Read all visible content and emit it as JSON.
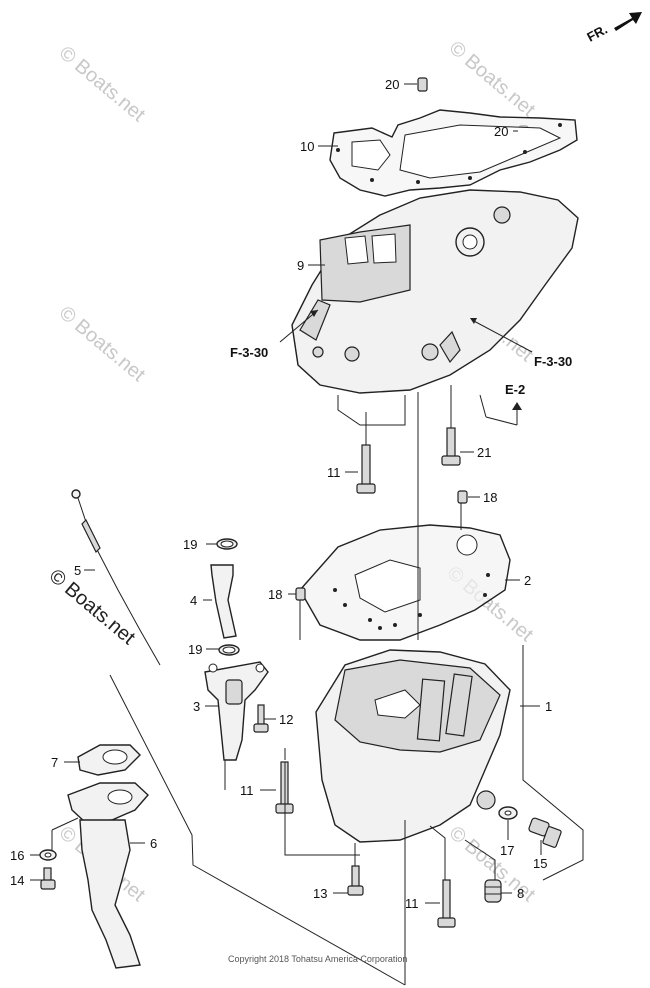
{
  "direction_label": "FR.",
  "watermark": "© Boats.net",
  "copyright": "Copyright 2018 Tohatsu America Corporation",
  "references": [
    {
      "id": "ref-f330-left",
      "text": "F-3-30"
    },
    {
      "id": "ref-f330-right",
      "text": "F-3-30"
    },
    {
      "id": "ref-e2",
      "text": "E-2"
    }
  ],
  "callouts": [
    {
      "id": "c20a",
      "text": "20"
    },
    {
      "id": "c20b",
      "text": "20"
    },
    {
      "id": "c10",
      "text": "10"
    },
    {
      "id": "c9",
      "text": "9"
    },
    {
      "id": "c11a",
      "text": "11"
    },
    {
      "id": "c21",
      "text": "21"
    },
    {
      "id": "c18a",
      "text": "18"
    },
    {
      "id": "c19a",
      "text": "19"
    },
    {
      "id": "c5",
      "text": "5"
    },
    {
      "id": "c2",
      "text": "2"
    },
    {
      "id": "c4",
      "text": "4"
    },
    {
      "id": "c18b",
      "text": "18"
    },
    {
      "id": "c19b",
      "text": "19"
    },
    {
      "id": "c1",
      "text": "1"
    },
    {
      "id": "c3",
      "text": "3"
    },
    {
      "id": "c12",
      "text": "12"
    },
    {
      "id": "c7",
      "text": "7"
    },
    {
      "id": "c11b",
      "text": "11"
    },
    {
      "id": "c6",
      "text": "6"
    },
    {
      "id": "c16",
      "text": "16"
    },
    {
      "id": "c17",
      "text": "17"
    },
    {
      "id": "c15",
      "text": "15"
    },
    {
      "id": "c14",
      "text": "14"
    },
    {
      "id": "c13",
      "text": "13"
    },
    {
      "id": "c8",
      "text": "8"
    },
    {
      "id": "c11c",
      "text": "11"
    }
  ]
}
